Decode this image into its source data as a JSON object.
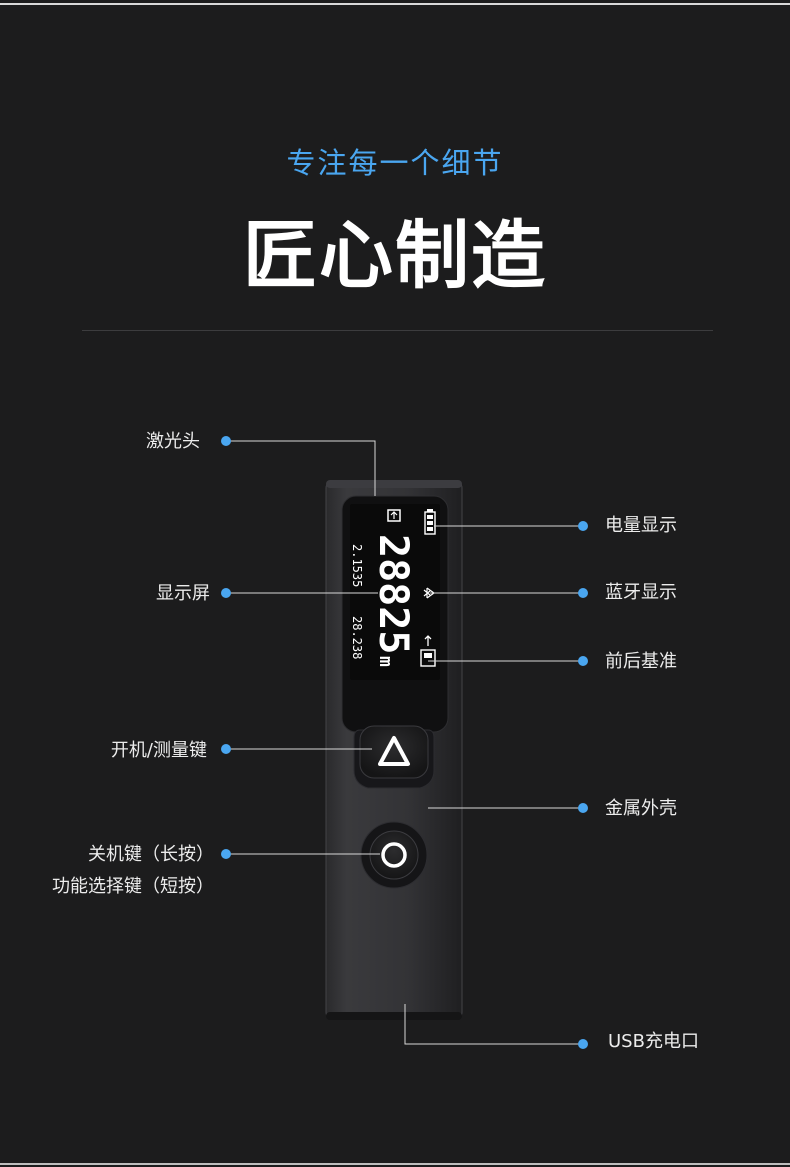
{
  "header": {
    "subtitle": "专注每一个细节",
    "title": "匠心制造"
  },
  "device_screen": {
    "main_reading": "28825",
    "unit": "m",
    "secondary_1": "2.1535",
    "secondary_2": "28.238"
  },
  "callouts": {
    "laser_head": "激光头",
    "display": "显示屏",
    "power_measure_key": "开机/测量键",
    "power_off_key_line1": "关机键（长按）",
    "power_off_key_line2": "功能选择键（短按）",
    "battery_display": "电量显示",
    "bluetooth_display": "蓝牙显示",
    "reference_point": "前后基准",
    "metal_shell": "金属外壳",
    "usb_port": "USB充电口"
  },
  "colors": {
    "background": "#1c1c1d",
    "accent": "#4aa6f0",
    "title": "#ffffff"
  }
}
